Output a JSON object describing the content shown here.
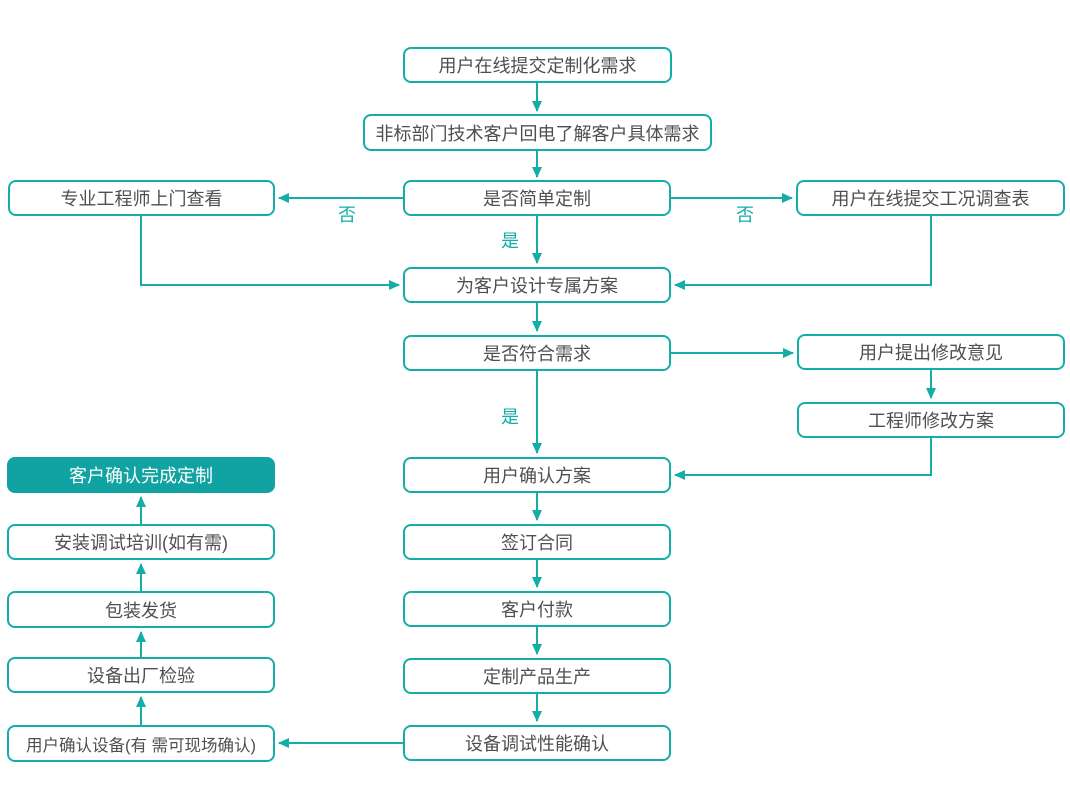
{
  "diagram": {
    "type": "flowchart",
    "colors": {
      "accent": "#14ada8",
      "accent_fill": "#11a2a2",
      "text": "#4f4f4f",
      "background": "#ffffff"
    },
    "nodes": {
      "submit_requirement": {
        "label": "用户在线提交定制化需求"
      },
      "tech_callback": {
        "label": "非标部门技术客户回电了解客户具体需求"
      },
      "engineer_visit": {
        "label": "专业工程师上门查看"
      },
      "simple_custom_decision": {
        "label": "是否简单定制"
      },
      "survey_form": {
        "label": "用户在线提交工况调查表"
      },
      "design_plan": {
        "label": "为客户设计专属方案"
      },
      "meets_need_decision": {
        "label": "是否符合需求"
      },
      "feedback": {
        "label": "用户提出修改意见"
      },
      "revise_plan": {
        "label": "工程师修改方案"
      },
      "confirm_plan": {
        "label": "用户确认方案"
      },
      "sign_contract": {
        "label": "签订合同"
      },
      "payment": {
        "label": "客户付款"
      },
      "production": {
        "label": "定制产品生产"
      },
      "debug_confirm": {
        "label": "设备调试性能确认"
      },
      "complete": {
        "label": "客户确认完成定制"
      },
      "training": {
        "label": "安装调试培训(如有需)"
      },
      "shipping": {
        "label": "包装发货"
      },
      "factory_inspection": {
        "label": "设备出厂检验"
      },
      "device_confirm": {
        "label": "用户确认设备(有 需可现场确认)"
      }
    },
    "edge_labels": {
      "no_left": "否",
      "no_right": "否",
      "yes_upper": "是",
      "yes_lower": "是"
    }
  }
}
